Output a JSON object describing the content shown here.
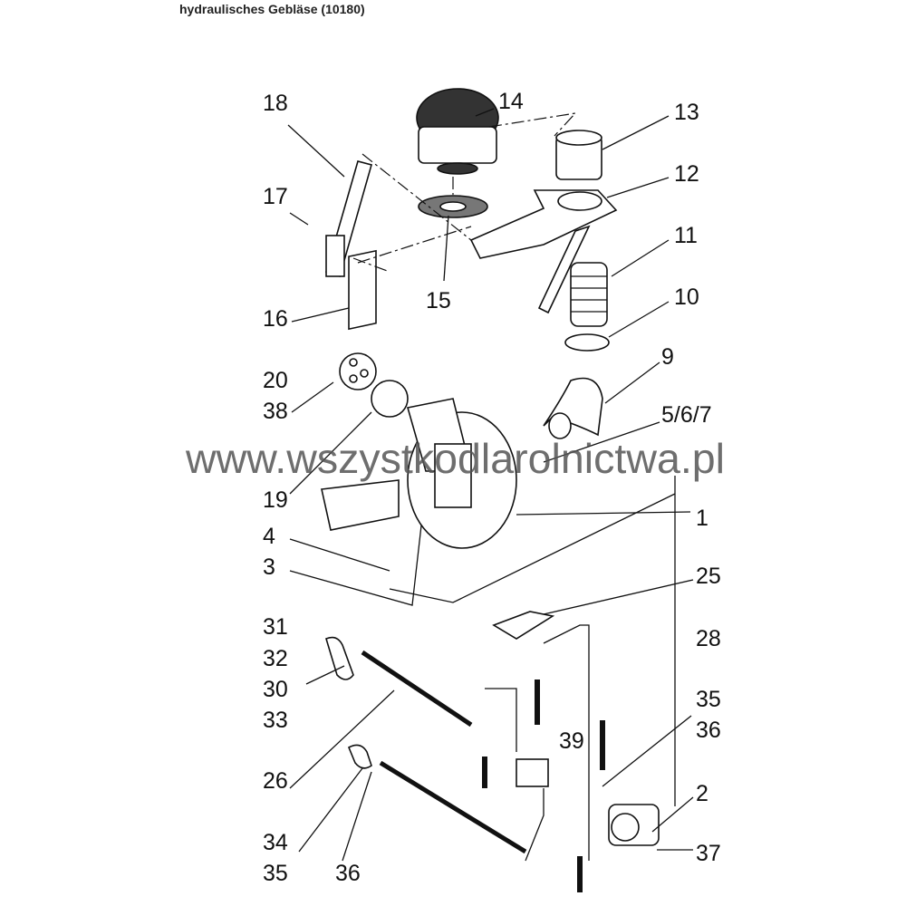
{
  "title": "hydraulisches Gebläse (10180)",
  "watermark": "www.wszystkodlarolnictwa.pl",
  "labels": {
    "l18": "18",
    "l14": "14",
    "l13": "13",
    "l12": "12",
    "l17": "17",
    "l11": "11",
    "l15": "15",
    "l10": "10",
    "l16": "16",
    "l20": "20",
    "l38": "38",
    "l9": "9",
    "l567": "5/6/7",
    "l19": "19",
    "l1": "1",
    "l4": "4",
    "l3": "3",
    "l25": "25",
    "l31": "31",
    "l28": "28",
    "l32": "32",
    "l30": "30",
    "l35a": "35",
    "l33": "33",
    "l36a": "36",
    "l39": "39",
    "l26": "26",
    "l2": "2",
    "l34": "34",
    "l37": "37",
    "l35b": "35",
    "l36b": "36"
  }
}
